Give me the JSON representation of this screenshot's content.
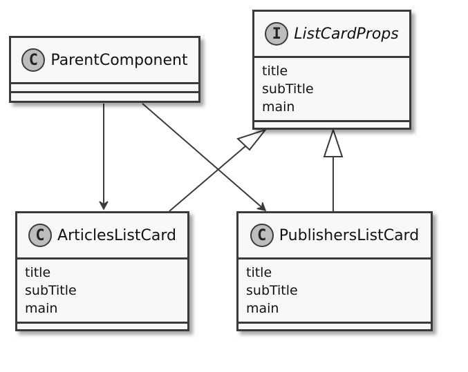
{
  "classes": {
    "parent": {
      "stereotype": "C",
      "name": "ParentComponent",
      "fields": []
    },
    "props": {
      "stereotype": "I",
      "name": "ListCardProps",
      "fields": [
        "title",
        "subTitle",
        "main"
      ]
    },
    "articles": {
      "stereotype": "C",
      "name": "ArticlesListCard",
      "fields": [
        "title",
        "subTitle",
        "main"
      ]
    },
    "publishers": {
      "stereotype": "C",
      "name": "PublishersListCard",
      "fields": [
        "title",
        "subTitle",
        "main"
      ]
    }
  },
  "relations": [
    {
      "from": "ParentComponent",
      "to": "ArticlesListCard",
      "type": "association"
    },
    {
      "from": "ParentComponent",
      "to": "PublishersListCard",
      "type": "association"
    },
    {
      "from": "ArticlesListCard",
      "to": "ListCardProps",
      "type": "realization"
    },
    {
      "from": "PublishersListCard",
      "to": "ListCardProps",
      "type": "realization"
    }
  ]
}
